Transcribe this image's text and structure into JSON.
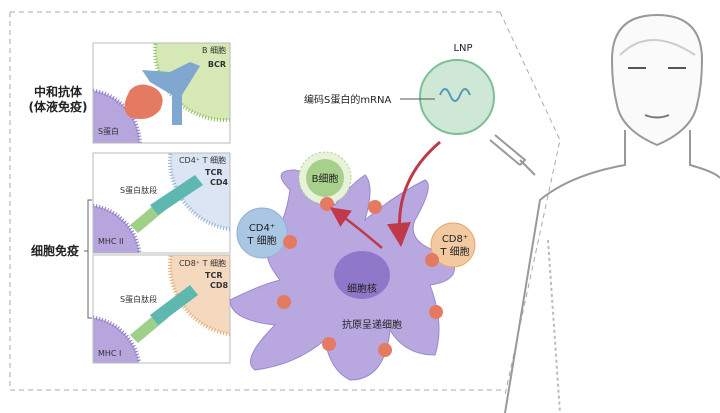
{
  "left": {
    "humoral_title": "中和抗体",
    "humoral_subtitle": "(体液免疫)",
    "cellular_title": "细胞免疫"
  },
  "panels": [
    {
      "cell_label": "B 细胞",
      "receptor": "BCR",
      "antigen_label": "S蛋白"
    },
    {
      "cell_label": "CD4⁺ T 细胞",
      "receptor": "TCR",
      "coreceptor": "CD4",
      "peptide_label": "S蛋白肽段",
      "mhc_label": "MHC II"
    },
    {
      "cell_label": "CD8⁺ T 细胞",
      "receptor": "TCR",
      "coreceptor": "CD8",
      "peptide_label": "S蛋白肽段",
      "mhc_label": "MHC I"
    }
  ],
  "center": {
    "lnp_label": "LNP",
    "mrna_label": "编码S蛋白的mRNA",
    "b_cell": "B细胞",
    "cd4_line1": "CD4⁺",
    "cd4_line2": "T 细胞",
    "cd8_line1": "CD8⁺",
    "cd8_line2": "T 细胞",
    "nucleus": "细胞核",
    "apc": "抗原呈递细胞"
  },
  "colors": {
    "apc": "#b9a8e0",
    "b_cell": "#a8d08d",
    "cd4": "#a9c6e3",
    "cd8": "#f2c9a0",
    "spike": "#e57a63",
    "arrow": "#c0394b",
    "lnp": "#cfe8d6"
  }
}
